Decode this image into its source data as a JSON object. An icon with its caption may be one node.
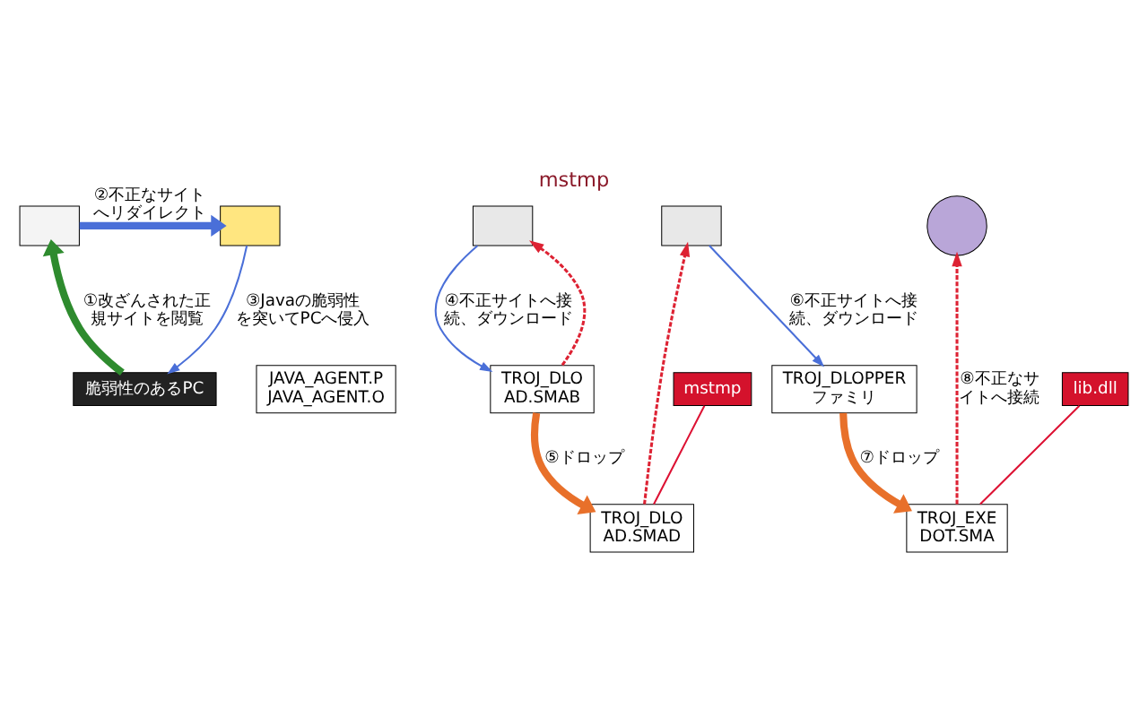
{
  "diagram": {
    "title": "mstmp",
    "nodes": [
      {
        "text": [],
        "shape": "box"
      },
      {
        "text": [],
        "shape": "box"
      },
      {
        "text": [],
        "shape": "box"
      },
      {
        "text": [],
        "shape": "box"
      },
      {
        "text": [],
        "shape": "circle"
      },
      {
        "text": [
          "脆弱性のあるPC"
        ]
      },
      {
        "text": [
          "JAVA_AGENT.P JAVA_AGENT.O"
        ]
      },
      {
        "text": [
          "TROJ_DLOAD.SMAB"
        ]
      },
      {
        "text": [
          "TROJ_DLOAD.SMAD"
        ]
      },
      {
        "text": [
          "TROJ_DLOPPER ファミリ"
        ]
      },
      {
        "text": [
          "TROJ_EXEDOT.SMA"
        ]
      },
      {
        "text": [
          "lib.dll"
        ]
      },
      {
        "text": [
          "mstmp"
        ]
      }
    ],
    "edges": [
      {
        "from": 5,
        "to": 0,
        "arrow": "to",
        "label": "①改ざんされた正規サイトを閲覧",
        "style": "thick",
        "color": "#2e8b2e"
      },
      {
        "from": 0,
        "to": 1,
        "arrow": "to",
        "label": "②不正なサイトへリダイレクト",
        "style": "thick"
      },
      {
        "from": 1,
        "to": 5,
        "arrow": "to",
        "label": "③Javaの脆弱性を突いてPCへ侵入"
      },
      {
        "from": 7,
        "to": 2,
        "arrow": "to",
        "style": "dashed",
        "color": "#dd2233"
      },
      {
        "from": 2,
        "to": 7,
        "arrow": "to",
        "label": "④不正サイトへ接続、ダウンロード"
      },
      {
        "from": 7,
        "to": 8,
        "arrow": "to",
        "label": "⑤ドロップ",
        "style": "thick",
        "color": "#e8702a"
      },
      {
        "from": 8,
        "to": 3,
        "arrow": "to",
        "style": "dashed",
        "color": "#dd2233"
      },
      {
        "from": 3,
        "to": 9,
        "arrow": "to",
        "label": "⑥不正サイトへ接続、ダウンロード"
      },
      {
        "from": 9,
        "to": 10,
        "arrow": "to",
        "label": "⑦ドロップ",
        "style": "thick",
        "color": "#e8702a"
      },
      {
        "from": 10,
        "to": 4,
        "arrow": "to",
        "label": "⑧不正なサイトへ接続",
        "style": "dashed",
        "color": "#dd2233"
      },
      {
        "from": 11,
        "to": 10,
        "arrow": "none",
        "color": "#dd1133"
      },
      {
        "from": 12,
        "to": 8,
        "arrow": "none",
        "color": "#dd1133"
      }
    ]
  }
}
